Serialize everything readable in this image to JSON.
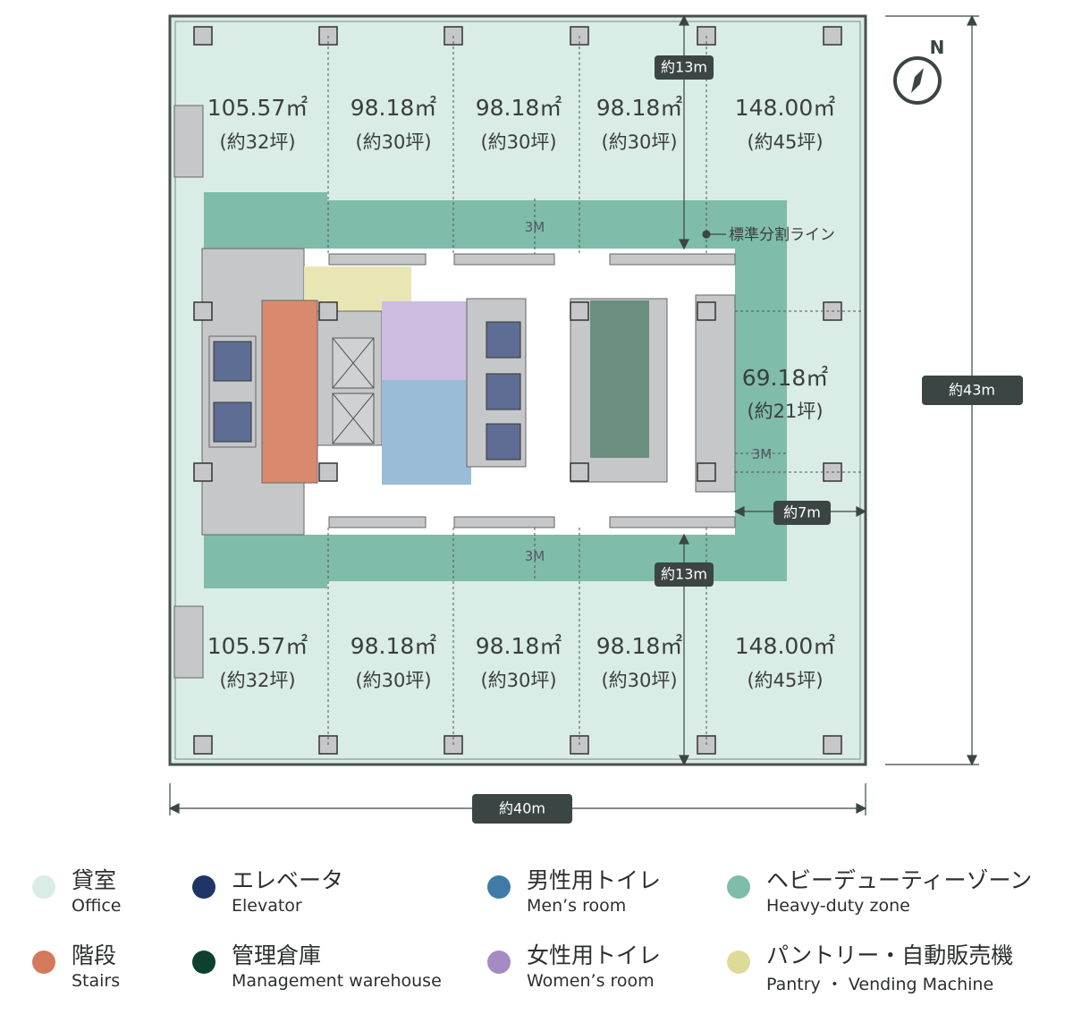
{
  "colors": {
    "office": "#d9ece6",
    "heavy_duty": "#7fbcaa",
    "core": "#c6c7c9",
    "elevator": "#5d6d93",
    "stairs": "#d98a6e",
    "mens": "#9bbcd6",
    "womens": "#cdbde0",
    "pantry": "#e8e6b4",
    "warehouse": "#6a8f7f",
    "label_bg": "#3b4644"
  },
  "compass": {
    "label": "N"
  },
  "offices_top": [
    {
      "area": "105.57㎡",
      "tsubo": "(約32坪)"
    },
    {
      "area": "98.18㎡",
      "tsubo": "(約30坪)"
    },
    {
      "area": "98.18㎡",
      "tsubo": "(約30坪)"
    },
    {
      "area": "98.18㎡",
      "tsubo": "(約30坪)"
    },
    {
      "area": "148.00㎡",
      "tsubo": "(約45坪)"
    }
  ],
  "offices_bottom": [
    {
      "area": "105.57㎡",
      "tsubo": "(約32坪)"
    },
    {
      "area": "98.18㎡",
      "tsubo": "(約30坪)"
    },
    {
      "area": "98.18㎡",
      "tsubo": "(約30坪)"
    },
    {
      "area": "98.18㎡",
      "tsubo": "(約30坪)"
    },
    {
      "area": "148.00㎡",
      "tsubo": "(約45坪)"
    }
  ],
  "office_right": {
    "area": "69.18㎡",
    "tsubo": "(約21坪)"
  },
  "dimensions": {
    "top_depth": "約13m",
    "bottom_depth": "約13m",
    "height": "約43m",
    "width": "約40m",
    "right_depth": "約7m",
    "zone_top": "3M",
    "zone_bottom": "3M",
    "zone_right": "3M"
  },
  "division_line_label": "標準分割ライン",
  "legend": [
    {
      "jp": "貸室",
      "en": "Office",
      "color": "#d9ece6"
    },
    {
      "jp": "エレベータ",
      "en": "Elevator",
      "color": "#1f3567"
    },
    {
      "jp": "男性用トイレ",
      "en": "Men’s room",
      "color": "#3f7ba8"
    },
    {
      "jp": "ヘビーデューティーゾーン",
      "en": "Heavy-duty zone",
      "color": "#7fbcaa"
    },
    {
      "jp": "階段",
      "en": "Stairs",
      "color": "#d4795a"
    },
    {
      "jp": "管理倉庫",
      "en": "Management warehouse",
      "color": "#0e4030"
    },
    {
      "jp": "女性用トイレ",
      "en": "Women’s room",
      "color": "#a48bc4"
    },
    {
      "jp": "パントリー・自動販売機",
      "en": "Pantry ・ Vending Machine",
      "color": "#dcdb9a"
    }
  ]
}
